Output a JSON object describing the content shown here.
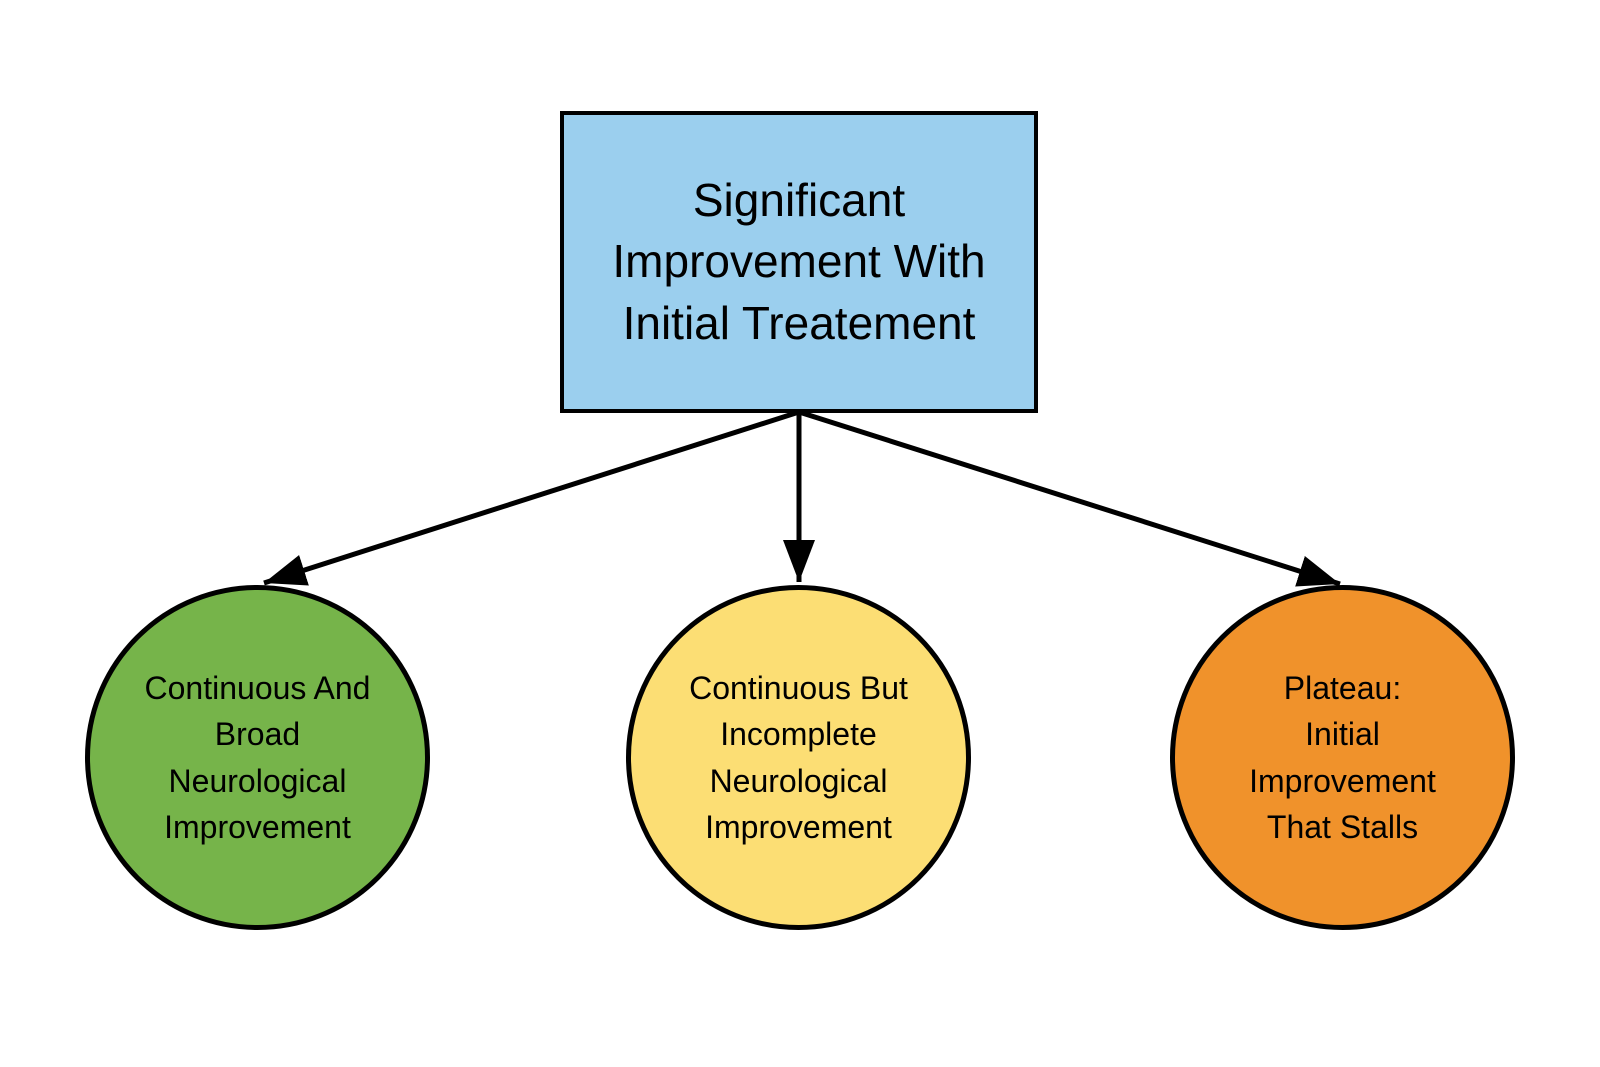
{
  "diagram": {
    "type": "flowchart",
    "background_color": "#FFFFFF",
    "line_color": "#000000",
    "root": {
      "id": "significant-improvement",
      "shape": "rectangle",
      "label": "Significant\nImprovement With\nInitial Treatement",
      "fill": "#9BCFEE"
    },
    "nodes": [
      {
        "id": "continuous-broad-improvement",
        "shape": "circle",
        "label": "Continuous And\nBroad\nNeurological\nImprovement",
        "fill": "#76B44A"
      },
      {
        "id": "continuous-incomplete-improvement",
        "shape": "circle",
        "label": "Continuous But\nIncomplete\nNeurological\nImprovement",
        "fill": "#FCDE74"
      },
      {
        "id": "plateau-improvement-stalls",
        "shape": "circle",
        "label": "Plateau:\nInitial\nImprovement\nThat Stalls",
        "fill": "#F0922B"
      }
    ],
    "edges": [
      {
        "from": "significant-improvement",
        "to": "continuous-broad-improvement",
        "style": "arrow"
      },
      {
        "from": "significant-improvement",
        "to": "continuous-incomplete-improvement",
        "style": "arrow"
      },
      {
        "from": "significant-improvement",
        "to": "plateau-improvement-stalls",
        "style": "arrow"
      }
    ]
  }
}
